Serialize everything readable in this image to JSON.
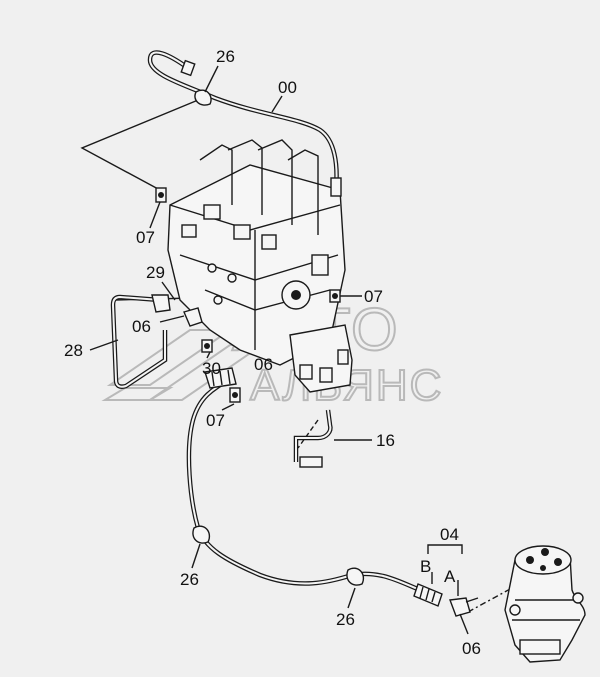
{
  "watermark": {
    "line1": "АВТО",
    "line2": "АЛЬЯНС"
  },
  "callouts": [
    {
      "id": "c-26-top",
      "text": "26"
    },
    {
      "id": "c-00",
      "text": "00"
    },
    {
      "id": "c-07-left",
      "text": "07"
    },
    {
      "id": "c-29",
      "text": "29"
    },
    {
      "id": "c-07-right",
      "text": "07"
    },
    {
      "id": "c-06-left",
      "text": "06"
    },
    {
      "id": "c-28",
      "text": "28"
    },
    {
      "id": "c-30",
      "text": "30"
    },
    {
      "id": "c-06-mid",
      "text": "06"
    },
    {
      "id": "c-07-bottom",
      "text": "07"
    },
    {
      "id": "c-16",
      "text": "16"
    },
    {
      "id": "c-04",
      "text": "04"
    },
    {
      "id": "c-B",
      "text": "B"
    },
    {
      "id": "c-A",
      "text": "A"
    },
    {
      "id": "c-26-left",
      "text": "26"
    },
    {
      "id": "c-26-bottom",
      "text": "26"
    },
    {
      "id": "c-06-bottom",
      "text": "06"
    }
  ]
}
